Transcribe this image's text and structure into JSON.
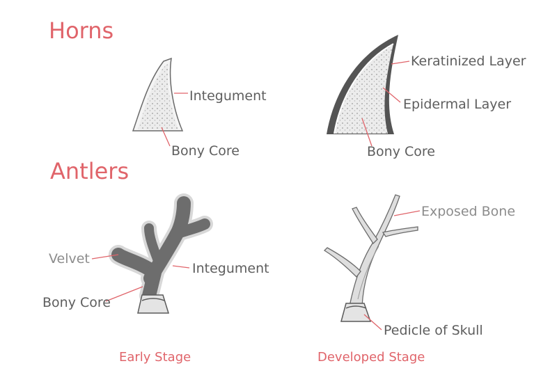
{
  "sections": {
    "horns": {
      "heading": "Horns",
      "early": {
        "integument": "Integument",
        "bony_core": "Bony Core"
      },
      "developed": {
        "keratinized": "Keratinized Layer",
        "epidermal": "Epidermal Layer",
        "bony_core": "Bony Core"
      }
    },
    "antlers": {
      "heading": "Antlers",
      "early": {
        "velvet": "Velvet",
        "integument": "Integument",
        "bony_core": "Bony Core"
      },
      "developed": {
        "exposed_bone": "Exposed Bone",
        "pedicle": "Pedicle of Skull"
      }
    }
  },
  "stages": {
    "early": "Early Stage",
    "developed": "Developed Stage"
  },
  "colors": {
    "accent": "#e0646a",
    "leader": "#e0646a",
    "text": "#5e5e5e"
  }
}
